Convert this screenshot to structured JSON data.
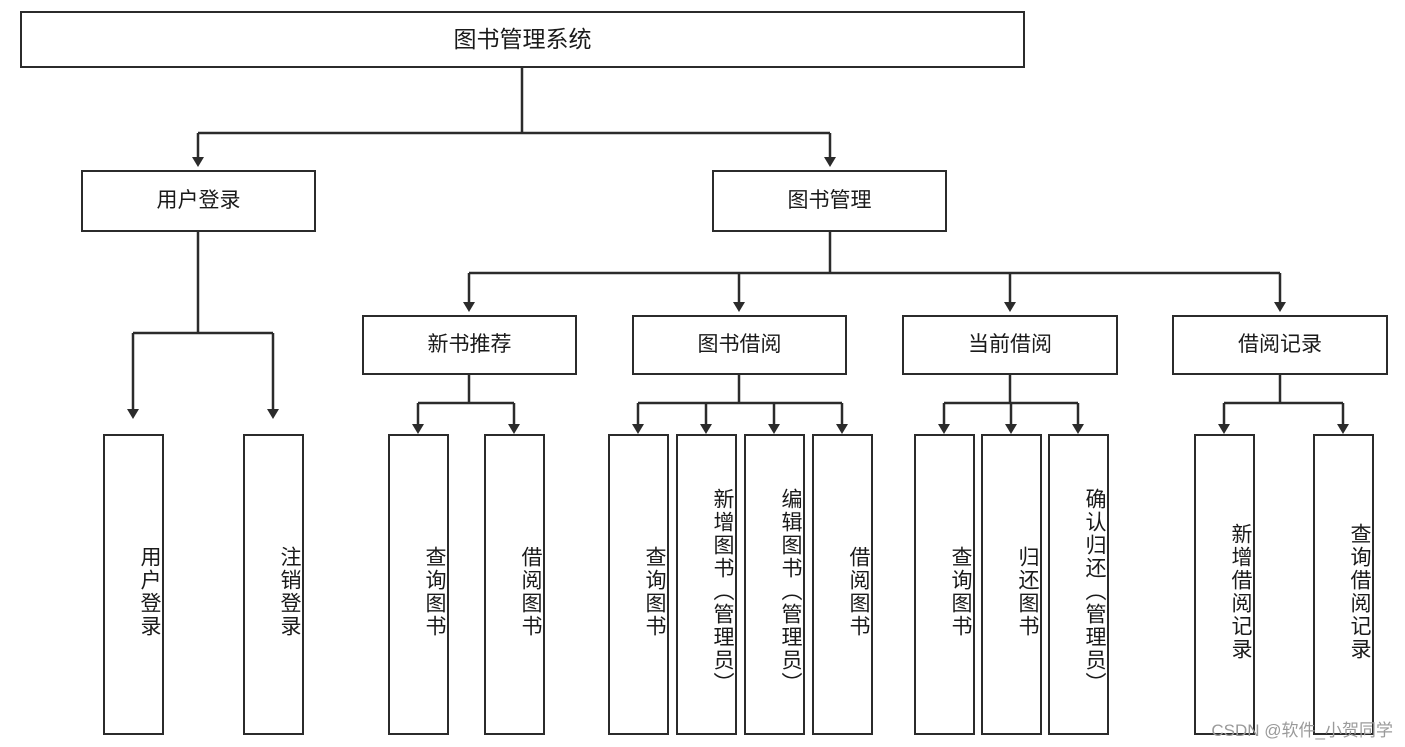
{
  "diagram": {
    "title": "图书管理系统",
    "type": "tree",
    "root": {
      "label": "图书管理系统"
    },
    "level2": [
      {
        "label": "用户登录"
      },
      {
        "label": "图书管理"
      }
    ],
    "level3": [
      {
        "label": "新书推荐"
      },
      {
        "label": "图书借阅"
      },
      {
        "label": "当前借阅"
      },
      {
        "label": "借阅记录"
      }
    ],
    "leaves": {
      "user_login": [
        {
          "label": "用户登录"
        },
        {
          "label": "注销登录"
        }
      ],
      "new_book_recommend": [
        {
          "label": "查询图书"
        },
        {
          "label": "借阅图书"
        }
      ],
      "book_borrow": [
        {
          "label": "查询图书"
        },
        {
          "label": "新增图书（管理员）"
        },
        {
          "label": "编辑图书（管理员）"
        },
        {
          "label": "借阅图书"
        }
      ],
      "current_borrow": [
        {
          "label": "查询图书"
        },
        {
          "label": "归还图书"
        },
        {
          "label": "确认归还（管理员）"
        }
      ],
      "borrow_record": [
        {
          "label": "新增借阅记录"
        },
        {
          "label": "查询借阅记录"
        }
      ]
    }
  },
  "watermark": {
    "text": "CSDN @软件_小贺同学"
  },
  "colors": {
    "stroke": "#2b2b2b",
    "box_fill": "#ffffff",
    "text": "#1a1a1a",
    "watermark": "#9a9a9a",
    "background": "#ffffff"
  }
}
